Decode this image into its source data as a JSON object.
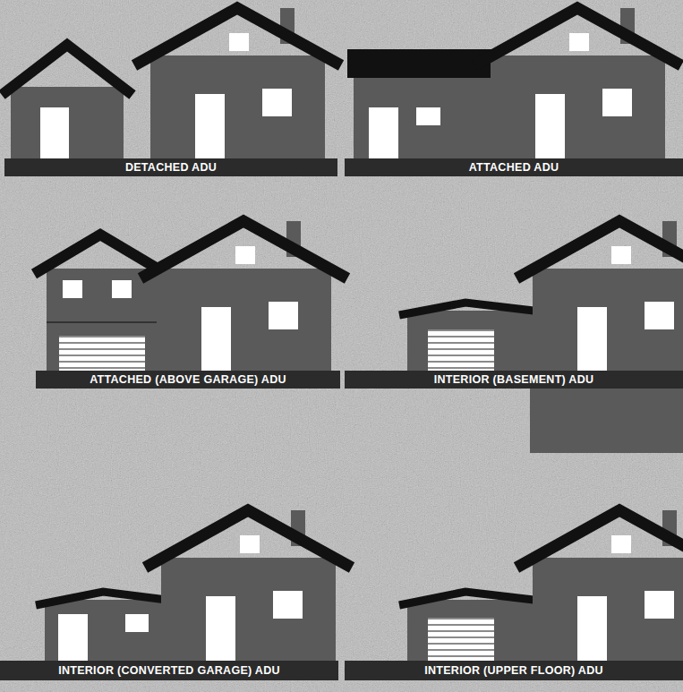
{
  "diagram": {
    "nodes": [
      {
        "text": [
          "DETACHED ADU"
        ]
      },
      {
        "text": [
          "ATTACHED ADU"
        ]
      },
      {
        "text": [
          "ATTACHED (ABOVE GARAGE) ADU"
        ]
      },
      {
        "text": [
          "INTERIOR (BASEMENT) ADU"
        ]
      },
      {
        "text": [
          "INTERIOR (CONVERTED GARAGE) ADU"
        ]
      },
      {
        "text": [
          "INTERIOR (UPPER FLOOR) ADU"
        ]
      }
    ]
  }
}
